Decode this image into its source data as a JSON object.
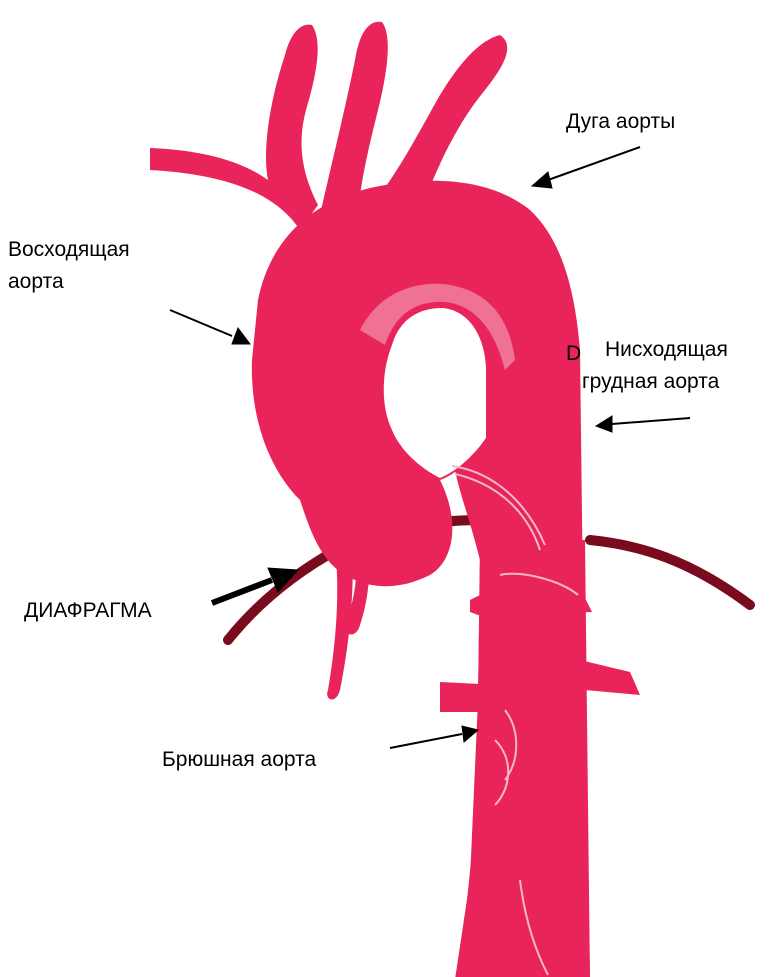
{
  "labels": {
    "aortic_arch": "Дуга аорты",
    "ascending_line1": "Восходящая",
    "ascending_line2": "аорта",
    "descending_line1": "Нисходящая",
    "descending_line2": "грудная аорта",
    "diaphragm": "ДИАФРАГМА",
    "abdominal": "Брюшная аорта"
  },
  "colors": {
    "aorta": "#e8245a",
    "aorta_highlight": "#f4a7b9",
    "diaphragm": "#7a0a1e",
    "text": "#000000"
  }
}
